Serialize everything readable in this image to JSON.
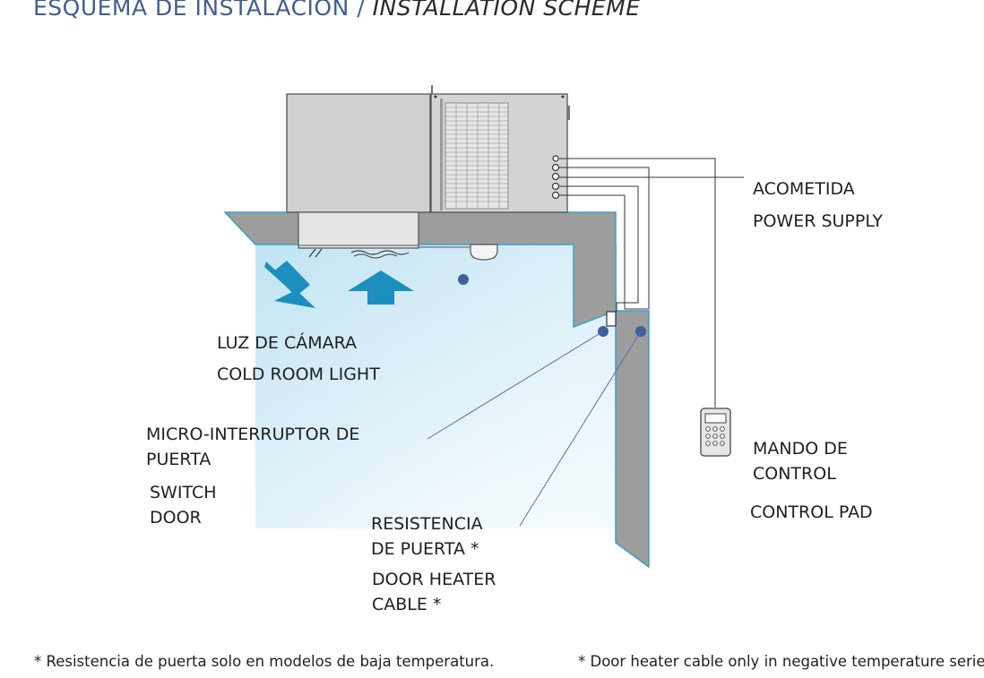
{
  "title": {
    "es": "ESQUEMA DE INSTALACIÓN /",
    "en": "INSTALLATION SCHEME"
  },
  "labels": {
    "acometida": "ACOMETIDA",
    "power_supply": "POWER SUPPLY",
    "luz_camara": "LUZ DE CÁMARA",
    "cold_room_light": "COLD ROOM LIGHT",
    "micro_line1": "MICRO-INTERRUPTOR DE",
    "micro_line2": "PUERTA",
    "switch_line1": "SWITCH",
    "switch_line2": "DOOR",
    "resistencia_line1": "RESISTENCIA",
    "resistencia_line2": "DE PUERTA *",
    "door_heater_line1": "DOOR HEATER",
    "door_heater_line2": "CABLE *",
    "mando_line1": "MANDO DE",
    "mando_line2": "CONTROL",
    "control_pad": "CONTROL PAD"
  },
  "footnotes": {
    "es": "* Resistencia de puerta solo en modelos de baja temperatura.",
    "en": "* Door heater cable only in negative temperature series."
  },
  "colors": {
    "title": "#3f5f8e",
    "wall": "#9d9d9d",
    "wall_edge": "#3aa0c8",
    "unit": "#d0d0d0",
    "arrow": "#1d8fbf",
    "dot": "#3f5f9f",
    "cold_zone": "#cfe9f5"
  }
}
